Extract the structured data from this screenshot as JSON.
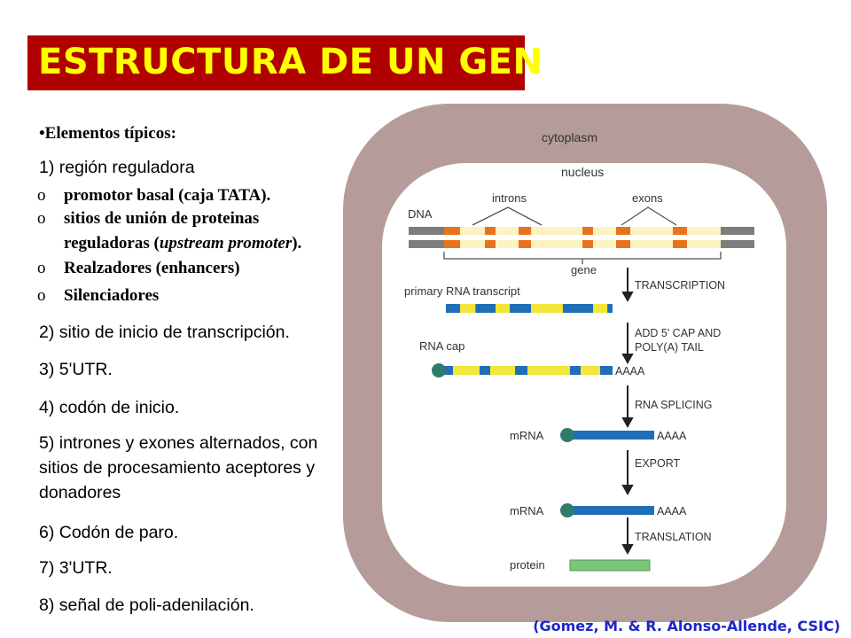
{
  "title": "ESTRUCTURA DE UN GEN",
  "intro": "•Elementos típicos:",
  "items": {
    "i1": "1) región reguladora",
    "s1": "promotor basal (caja TATA).",
    "s2a": "sitios de unión de proteinas",
    "s2b_pre": "reguladoras (",
    "s2b_em": "upstream promoter",
    "s2b_post": ").",
    "s3": "Realzadores (enhancers)",
    "s4": "Silenciadores",
    "bullet": "o",
    "i2": "2) sitio de inicio de transcripción.",
    "i3": "3) 5'UTR.",
    "i4": "4) codón de inicio.",
    "i5a": "5) intrones y exones alternados, con",
    "i5b": "sitios de procesamiento aceptores y",
    "i5c": "donadores",
    "i6": "6) Codón de paro.",
    "i7": "7) 3'UTR.",
    "i8": "8) señal de poli-adenilación."
  },
  "credit": "(Gomez, M. & R. Alonso-Allende, CSIC)",
  "diagram": {
    "cytoplasm": "cytoplasm",
    "nucleus": "nucleus",
    "introns": "introns",
    "exons": "exons",
    "dna": "DNA",
    "gene": "gene",
    "primary": "primary RNA transcript",
    "rnacap": "RNA cap",
    "transcription": "TRANSCRIPTION",
    "add1": "ADD 5' CAP AND",
    "add2": "POLY(A) TAIL",
    "polya": "AAAA",
    "splicing": "RNA SPLICING",
    "mrna": "mRNA",
    "export": "EXPORT",
    "translation": "TRANSLATION",
    "protein": "protein"
  },
  "colors": {
    "title_bg": "#b00000",
    "title_text": "#ffff00",
    "cytoplasm": "#b59c9a",
    "nucleus": "#ffffff",
    "exon_orange": "#e8731e",
    "intron_cream": "#fcf3c0",
    "dna_gray": "#7d7d7d",
    "rna_blue": "#1f6fb8",
    "rna_yellow": "#f2e63a",
    "cap_teal": "#2e7c6c",
    "protein_green": "#7cc67c",
    "credit": "#1e26c8"
  }
}
